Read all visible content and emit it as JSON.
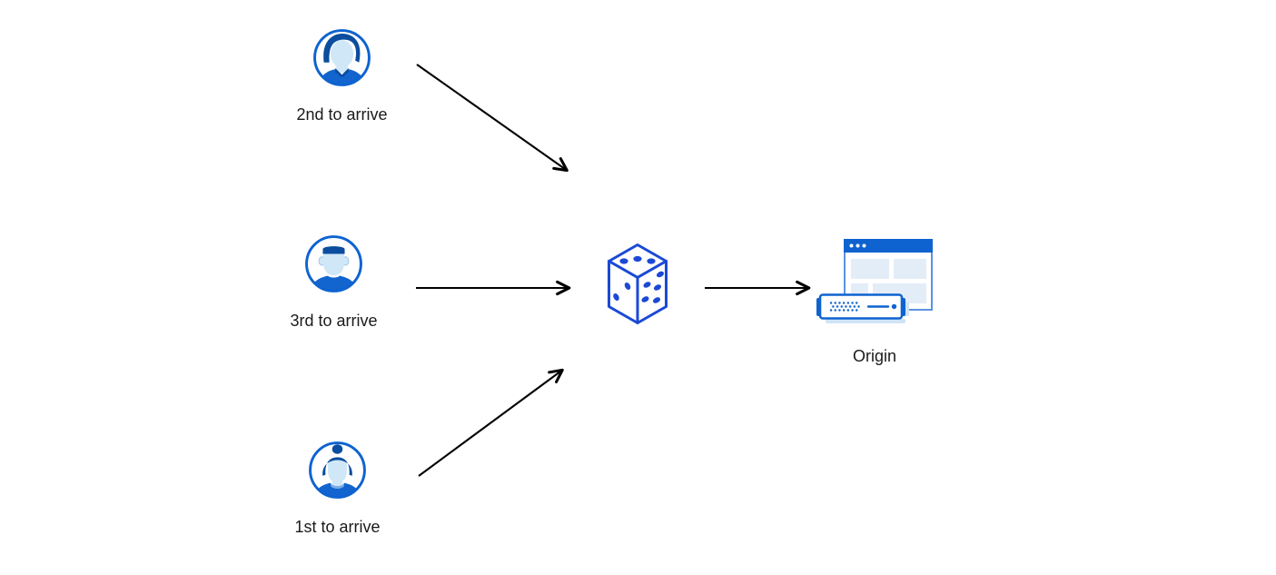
{
  "diagram": {
    "description": "Three visitors arrive in different orders, a dice randomly selects, requests go to Origin",
    "nodes": {
      "user_second": {
        "label": "2nd to arrive",
        "icon": "user-avatar-male-swept-hair-icon"
      },
      "user_third": {
        "label": "3rd to arrive",
        "icon": "user-avatar-male-flattop-icon"
      },
      "user_first": {
        "label": "1st to arrive",
        "icon": "user-avatar-female-bun-icon"
      },
      "randomizer": {
        "label": "",
        "icon": "dice-icon"
      },
      "origin": {
        "label": "Origin",
        "icon": "origin-browser-server-icon"
      }
    },
    "edges": [
      {
        "from": "user_second",
        "to": "randomizer"
      },
      {
        "from": "user_third",
        "to": "randomizer"
      },
      {
        "from": "user_first",
        "to": "randomizer"
      },
      {
        "from": "randomizer",
        "to": "origin"
      }
    ],
    "colors": {
      "background": "#ffffff",
      "arrow": "#000000",
      "brand_blue": "#0e63d0",
      "hair_navy": "#0b4d9e",
      "face_light_blue": "#cfe7f7",
      "pale_block_blue": "#e3edf8",
      "dice_blue": "#1b49d6",
      "window_border_blue": "#5b93e3",
      "shadow_blue": "#cfe3f6",
      "text": "#1a1a1a"
    }
  }
}
